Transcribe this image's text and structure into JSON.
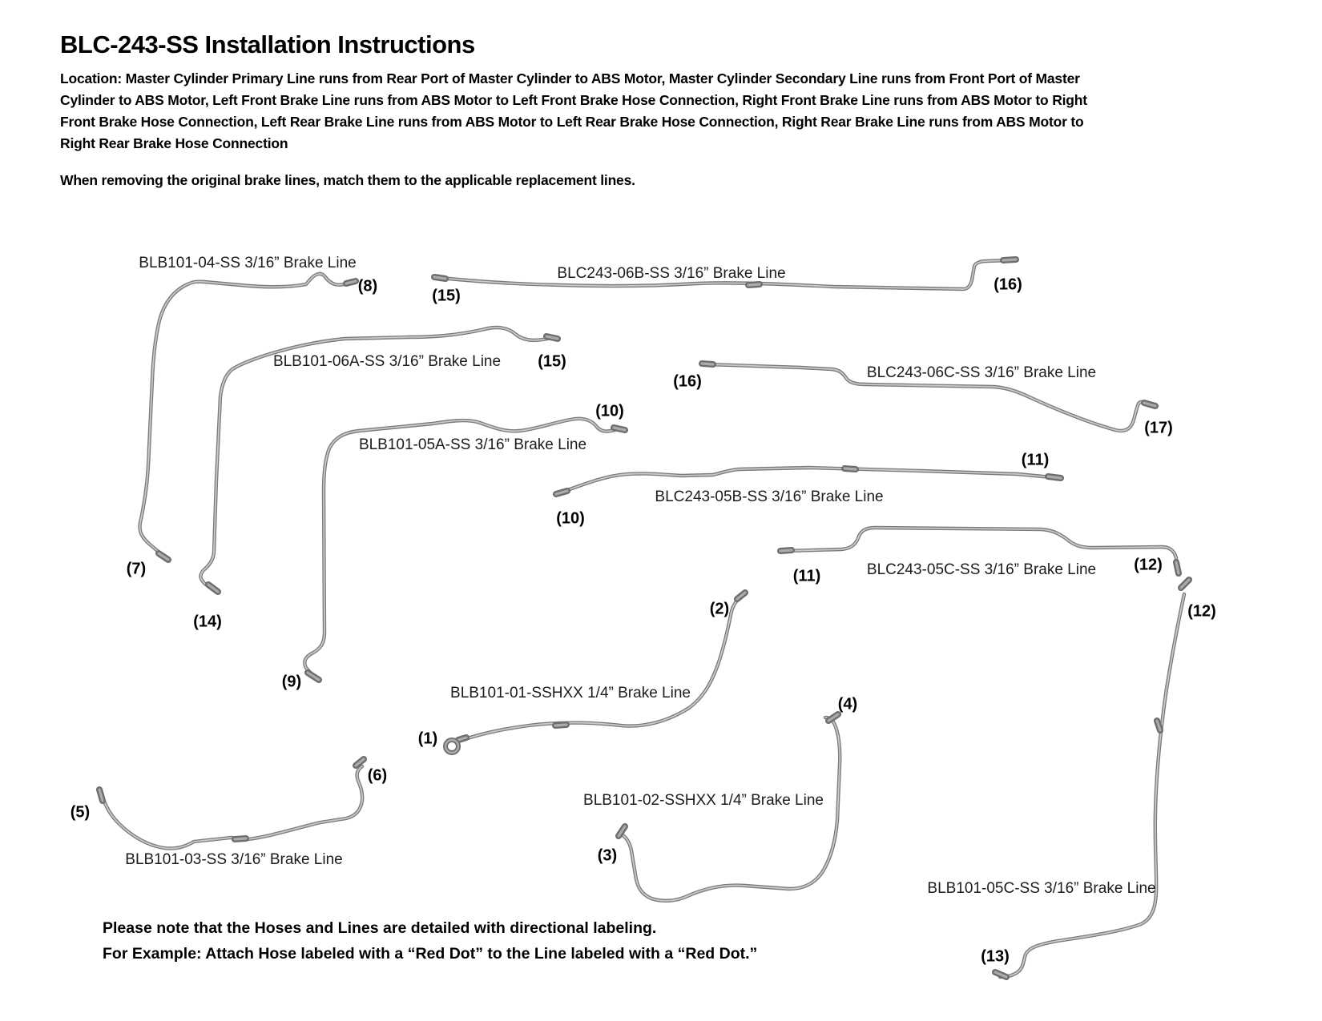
{
  "doc": {
    "title": "BLC-243-SS Installation Instructions",
    "location_lines": [
      "Location: Master Cylinder Primary Line runs from Rear Port of Master Cylinder to ABS Motor, Master Cylinder Secondary Line runs from Front Port of Master",
      "Cylinder to ABS Motor, Left Front Brake Line runs from ABS Motor to Left Front Brake Hose Connection, Right Front Brake Line runs from ABS Motor to Right",
      "Front Brake Hose Connection, Left Rear Brake Line runs from ABS Motor to Left Rear Brake Hose Connection, Right Rear Brake Line runs from ABS Motor to",
      "Right Rear Brake Hose Connection"
    ],
    "removal_note": "When removing the original brake lines, match them to the applicable replacement lines.",
    "footer_note_line1": "Please note that the Hoses and Lines are detailed with directional labeling.",
    "footer_note_line2": "For Example: Attach Hose labeled with a “Red Dot” to the Line labeled with a “Red Dot.”"
  },
  "diagram": {
    "tube_color": "#8e8e8e",
    "parts": [
      {
        "id": "blb101-04",
        "label": "BLB101-04-SS 3/16” Brake Line"
      },
      {
        "id": "blc243-06b",
        "label": "BLC243-06B-SS 3/16” Brake Line"
      },
      {
        "id": "blb101-06a",
        "label": "BLB101-06A-SS 3/16” Brake Line"
      },
      {
        "id": "blc243-06c",
        "label": "BLC243-06C-SS 3/16” Brake Line"
      },
      {
        "id": "blb101-05a",
        "label": "BLB101-05A-SS 3/16” Brake Line"
      },
      {
        "id": "blc243-05b",
        "label": "BLC243-05B-SS 3/16” Brake Line"
      },
      {
        "id": "blc243-05c",
        "label": "BLC243-05C-SS 3/16” Brake Line"
      },
      {
        "id": "blb101-01",
        "label": "BLB101-01-SSHXX 1/4” Brake Line"
      },
      {
        "id": "blb101-02",
        "label": "BLB101-02-SSHXX 1/4” Brake Line"
      },
      {
        "id": "blb101-03",
        "label": "BLB101-03-SS 3/16” Brake Line"
      },
      {
        "id": "blb101-05c",
        "label": "BLB101-05C-SS 3/16” Brake Line"
      }
    ],
    "callouts": [
      {
        "text": "(1)"
      },
      {
        "text": "(2)"
      },
      {
        "text": "(3)"
      },
      {
        "text": "(4)"
      },
      {
        "text": "(5)"
      },
      {
        "text": "(6)"
      },
      {
        "text": "(7)"
      },
      {
        "text": "(8)"
      },
      {
        "text": "(9)"
      },
      {
        "text": "(10)"
      },
      {
        "text": "(10)"
      },
      {
        "text": "(11)"
      },
      {
        "text": "(11)"
      },
      {
        "text": "(12)"
      },
      {
        "text": "(12)"
      },
      {
        "text": "(13)"
      },
      {
        "text": "(14)"
      },
      {
        "text": "(15)"
      },
      {
        "text": "(15)"
      },
      {
        "text": "(16)"
      },
      {
        "text": "(16)"
      },
      {
        "text": "(17)"
      }
    ]
  }
}
